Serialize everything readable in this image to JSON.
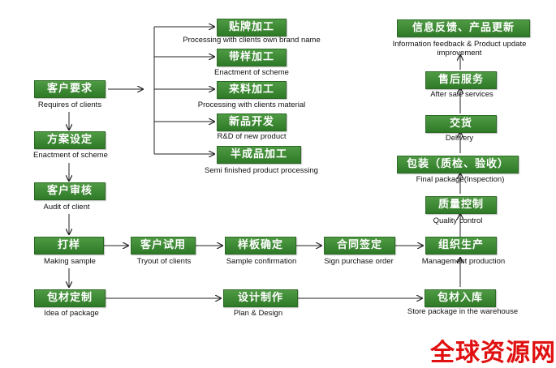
{
  "nodes": {
    "brand": {
      "label": "贴牌加工",
      "caption": "Processing with clients own brand name"
    },
    "scheme_enact": {
      "label": "带样加工",
      "caption": "Enactment of scheme"
    },
    "material": {
      "label": "来料加工",
      "caption": "Processing with clients material"
    },
    "new_product": {
      "label": "新品开发",
      "caption": "R&D of new product"
    },
    "semi": {
      "label": "半成品加工",
      "caption": "Semi finished product processing"
    },
    "requires": {
      "label": "客户要求",
      "caption": "Requires of clients"
    },
    "scheme": {
      "label": "方案设定",
      "caption": "Enactment of scheme"
    },
    "audit": {
      "label": "客户审核",
      "caption": "Audit of client"
    },
    "making_sample": {
      "label": "打样",
      "caption": "Making sample"
    },
    "tryout": {
      "label": "客户试用",
      "caption": "Tryout of clients"
    },
    "confirm": {
      "label": "样板确定",
      "caption": "Sample confirmation"
    },
    "contract": {
      "label": "合同签定",
      "caption": "Sign purchase order"
    },
    "production": {
      "label": "组织生产",
      "caption": "Management production"
    },
    "quality": {
      "label": "质量控制",
      "caption": "Quality control"
    },
    "final_pkg": {
      "label": "包装（质检、验收）",
      "caption": "Final package(Inspection)"
    },
    "delivery": {
      "label": "交货",
      "caption": "Delivery"
    },
    "after_sale": {
      "label": "售后服务",
      "caption": "After sale services"
    },
    "feedback": {
      "label": "信息反馈、产品更新",
      "caption": "Information feedback & Product update\nimprovement"
    },
    "pkg_idea": {
      "label": "包材定制",
      "caption": "Idea of package"
    },
    "plan": {
      "label": "设计制作",
      "caption": "Plan & Design"
    },
    "store": {
      "label": "包材入库",
      "caption": "Store package in the warehouse"
    }
  },
  "watermark": "全球资源网",
  "colors": {
    "node_fill": "#3f8a36",
    "arrow": "#222222",
    "watermark": "#e01010"
  }
}
